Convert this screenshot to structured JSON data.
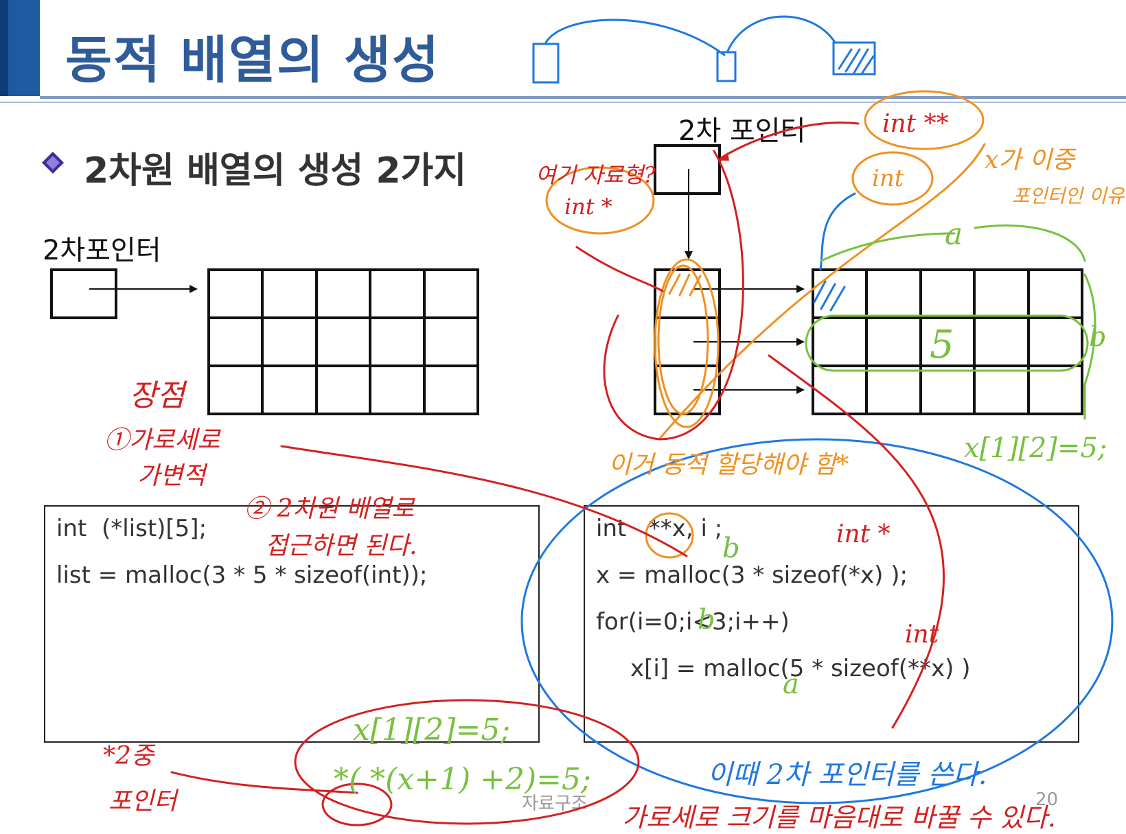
{
  "slide": {
    "title": "동적 배열의 생성",
    "subtitle": "2차원 배열의 생성 2가지",
    "left_label": "2차포인터",
    "right_label": "2차 포인터",
    "footer": "자료구조",
    "page_number": "20"
  },
  "code_left": {
    "line1": "int  (*list)[5];",
    "line2": "list = malloc(3 * 5 * sizeof(int));"
  },
  "code_right": {
    "line1": "int   **x, i ;",
    "line2": "x = malloc(3 * sizeof(*x) );",
    "line3": "for(i=0;i<3;i++)",
    "line4": "x[i] = malloc(5 * sizeof(**x) )"
  },
  "annotations": {
    "red": {
      "where_type": "여기 자료형?",
      "int_star_left": "int *",
      "advantage": "장점",
      "adv1_a": "①가로세로",
      "adv1_b": "가변적",
      "adv2_a": "② 2차원 배열로",
      "adv2_b": "접근하면 된다.",
      "int_star_code": "int *",
      "double_ptr_a": "*2중",
      "double_ptr_b": "포인터",
      "bottom": "가로세로 크기를  마음대로 바꿀 수 있다.",
      "pointer_expr": "*( *(x+1) +2)=5;"
    },
    "orange": {
      "int_dstar": "int **",
      "int": "int",
      "why_a": "x가 이중",
      "why_b": "포인터인 이유",
      "dynamic": "이거 동적 할당해야 함*",
      "int_code": "int"
    },
    "green": {
      "a": "a",
      "b": "b",
      "five": "5",
      "assign": "x[1][2]=5;",
      "assign_bottom": "x[1][2]=5;",
      "b_code": "b",
      "b_code2": "b",
      "a_code": "a"
    },
    "blue": {
      "use_2ptr": "이때 2차 포인터를 쓴다."
    }
  },
  "colors": {
    "title": "#2f5b98",
    "red_ink": "#d42020",
    "orange_ink": "#f09020",
    "green_ink": "#78c040",
    "blue_ink": "#1e78e0"
  }
}
